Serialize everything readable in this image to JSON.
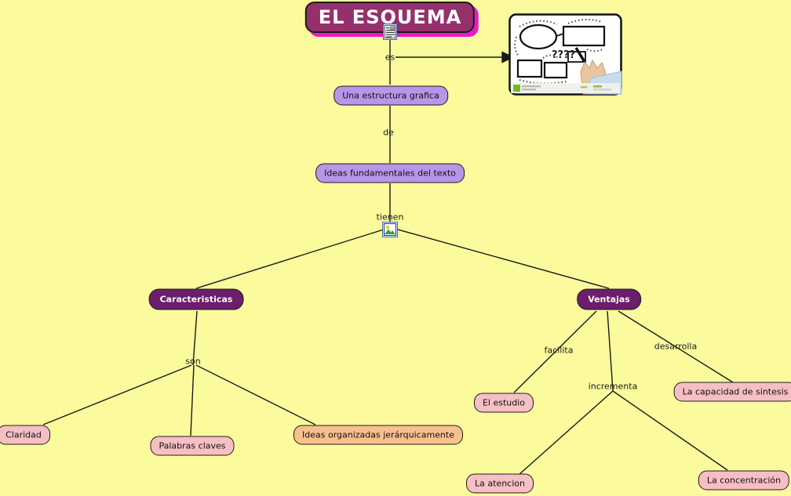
{
  "title": {
    "label": "EL ESQUEMA"
  },
  "concepts": {
    "estructura": "Una estructura grafica",
    "ideas": "Ideas fundamentales del texto",
    "caracteristicas": "Caracteristicas",
    "ventajas": "Ventajas",
    "claridad": "Claridad",
    "palabras": "Palabras claves",
    "organizadas": "Ideas organizadas jerárquicamente",
    "estudio": "El estudio",
    "capacidad": "La capacidad de sintesis",
    "atencion": "La atencion",
    "concentracion": "La concentración"
  },
  "links": {
    "es": "es",
    "de": "de",
    "tienen": "tienen",
    "son": "son",
    "facilita": "facilita",
    "incrementa": "incrementa",
    "desarrolla": "desarrolla"
  },
  "image": {
    "question_marks": "????"
  },
  "icons": {
    "root_resource": "document-image-icon",
    "tienen_resource": "landscape-picture-icon"
  },
  "colors": {
    "background": "#FBFB9D",
    "root_fill": "#94316C",
    "root_shadow": "#F018C6",
    "dark_node_fill": "#6C1D6C",
    "lavender_node_fill": "#B795E8",
    "pink_node_fill": "#F6BFC4",
    "peach_node_fill": "#F8C08D",
    "line": "#1A1A1A"
  }
}
